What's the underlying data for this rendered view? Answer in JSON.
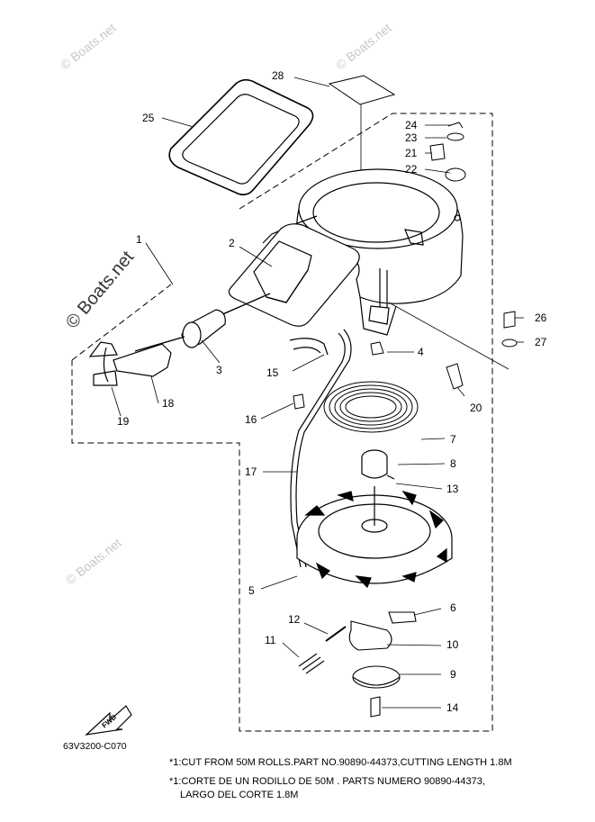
{
  "watermark": "© Boats.net",
  "part_numbers": [
    "1",
    "2",
    "3",
    "4",
    "5",
    "6",
    "7",
    "8",
    "9",
    "10",
    "11",
    "12",
    "13",
    "14",
    "15",
    "16",
    "17",
    "18",
    "19",
    "20",
    "21",
    "22",
    "23",
    "24",
    "25",
    "26",
    "27",
    "28"
  ],
  "fwd_label": "FWD",
  "diagram_code": "63V3200-C070",
  "notes": {
    "line1": "*1:CUT FROM 50M ROLLS.PART NO.90890-44373,CUTTING LENGTH 1.8M",
    "line2": "*1:CORTE DE UN RODILLO DE 50M . PARTS NUMERO 90890-44373,",
    "line3": "LARGO DEL CORTE 1.8M"
  }
}
